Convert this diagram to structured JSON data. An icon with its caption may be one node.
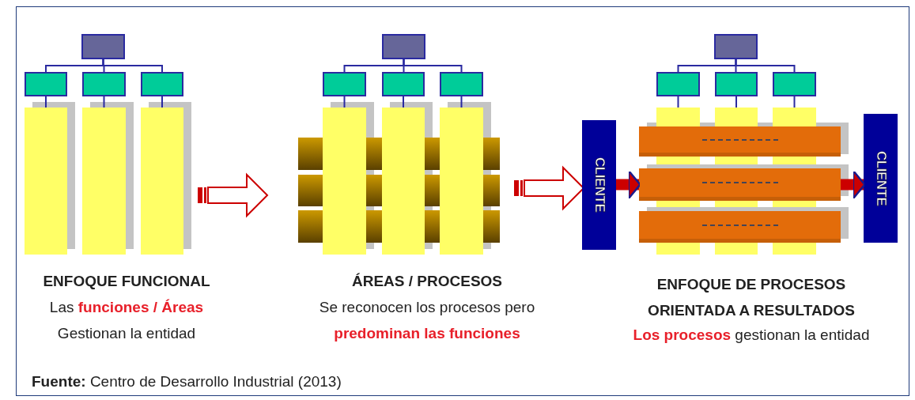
{
  "diagram": {
    "caption": "**Fuente:** Centro de Desarrollo Industrial (2013)",
    "nodes": [
      {
        "text": [],
        "shape": "box"
      },
      {
        "text": [],
        "shape": "box"
      },
      {
        "text": [],
        "shape": "box"
      },
      {
        "text": [],
        "shape": "box"
      },
      {
        "text": [],
        "shape": "bar"
      },
      {
        "text": [],
        "shape": "bar"
      },
      {
        "text": [],
        "shape": "bar"
      },
      {
        "text": [],
        "shape": "box"
      },
      {
        "text": [],
        "shape": "box"
      },
      {
        "text": [],
        "shape": "box"
      },
      {
        "text": [],
        "shape": "box"
      },
      {
        "text": [],
        "shape": "bar"
      },
      {
        "text": [],
        "shape": "bar"
      },
      {
        "text": [],
        "shape": "bar"
      },
      {
        "text": [],
        "shape": "box"
      },
      {
        "text": [],
        "shape": "box"
      },
      {
        "text": [],
        "shape": "box"
      },
      {
        "text": [],
        "shape": "box"
      },
      {
        "text": [],
        "shape": "bar"
      },
      {
        "text": [],
        "shape": "bar"
      },
      {
        "text": [],
        "shape": "bar"
      },
      {
        "text": [
          "CLIENTE"
        ]
      },
      {
        "text": [],
        "shape": "bar"
      },
      {
        "text": [],
        "shape": "bar"
      },
      {
        "text": [],
        "shape": "bar"
      },
      {
        "text": [
          "CLIENTE"
        ]
      }
    ],
    "edges": [
      {
        "from": 0,
        "to": 1,
        "arrow": "none"
      },
      {
        "from": 0,
        "to": 2,
        "arrow": "none"
      },
      {
        "from": 0,
        "to": 3,
        "arrow": "none"
      },
      {
        "from": 1,
        "to": 4,
        "arrow": "none"
      },
      {
        "from": 2,
        "to": 5,
        "arrow": "none"
      },
      {
        "from": 3,
        "to": 6,
        "arrow": "none"
      },
      {
        "from": 7,
        "to": 8,
        "arrow": "none"
      },
      {
        "from": 7,
        "to": 9,
        "arrow": "none"
      },
      {
        "from": 7,
        "to": 10,
        "arrow": "none"
      },
      {
        "from": 8,
        "to": 11,
        "arrow": "none"
      },
      {
        "from": 9,
        "to": 12,
        "arrow": "none"
      },
      {
        "from": 10,
        "to": 13,
        "arrow": "none"
      },
      {
        "from": 14,
        "to": 15,
        "arrow": "none"
      },
      {
        "from": 14,
        "to": 16,
        "arrow": "none"
      },
      {
        "from": 14,
        "to": 17,
        "arrow": "none"
      },
      {
        "from": 15,
        "to": 18,
        "arrow": "none"
      },
      {
        "from": 16,
        "to": 19,
        "arrow": "none"
      },
      {
        "from": 17,
        "to": 20,
        "arrow": "none"
      },
      {
        "from": 21,
        "to": 23,
        "arrow": "to",
        "style": "thick",
        "color": "#cc0000"
      },
      {
        "from": 23,
        "to": 25,
        "arrow": "to",
        "style": "thick",
        "color": "#cc0000"
      }
    ],
    "labels": [
      "ENFOQUE FUNCIONAL",
      "Las",
      "funciones / Áreas",
      "Gestionan la entidad",
      "ÁREAS / PROCESOS",
      "Se reconocen los procesos pero",
      "predominan las funciones",
      "ENFOQUE DE PROCESOS ORIENTADA A RESULTADOS",
      "Los procesos",
      "gestionan la entidad"
    ]
  }
}
